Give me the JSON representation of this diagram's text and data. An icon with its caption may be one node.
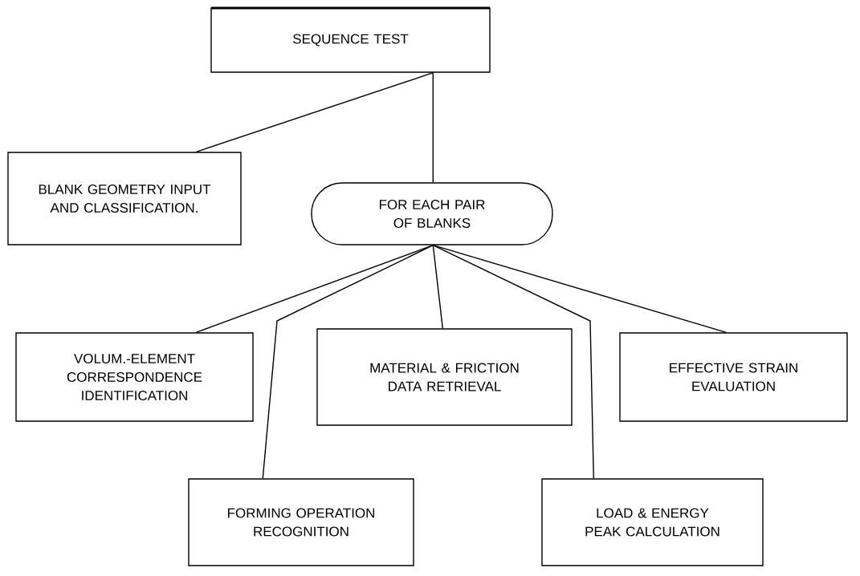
{
  "diagram": {
    "nodes": [
      {
        "text": [
          "SEQUENCE TEST"
        ]
      },
      {
        "text": [
          "BLANK GEOMETRY INPUT AND CLASSIFICATION."
        ]
      },
      {
        "text": [
          "FOR EACH PAIR OF BLANKS"
        ]
      },
      {
        "text": [
          "VOLUM.-ELEMENT CORRESPONDENCE IDENTIFICATION"
        ]
      },
      {
        "text": [
          "MATERIAL & FRICTION DATA RETRIEVAL"
        ]
      },
      {
        "text": [
          "EFFECTIVE STRAIN EVALUATION"
        ]
      },
      {
        "text": [
          "FORMING OPERATION RECOGNITION"
        ]
      },
      {
        "text": [
          "LOAD & ENERGY PEAK CALCULATION"
        ]
      }
    ],
    "edges": [
      {
        "from": 0,
        "to": 1,
        "arrow": "none"
      },
      {
        "from": 0,
        "to": 2,
        "arrow": "none"
      },
      {
        "from": 2,
        "to": 3,
        "arrow": "none"
      },
      {
        "from": 2,
        "to": 6,
        "arrow": "none"
      },
      {
        "from": 2,
        "to": 4,
        "arrow": "none"
      },
      {
        "from": 2,
        "to": 7,
        "arrow": "none"
      },
      {
        "from": 2,
        "to": 5,
        "arrow": "none"
      }
    ]
  }
}
